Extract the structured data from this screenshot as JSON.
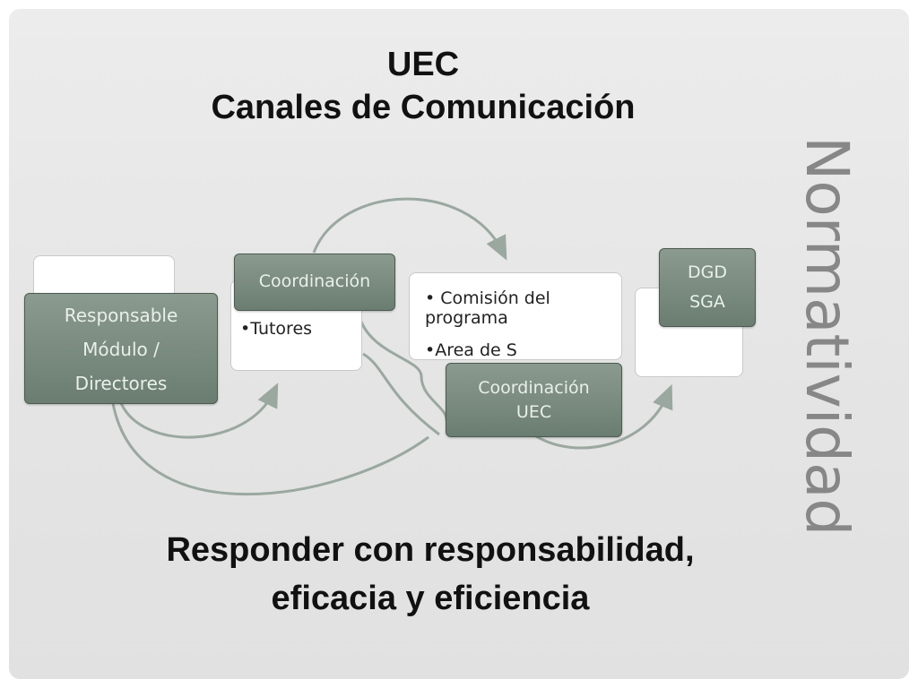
{
  "title": {
    "line1": "UEC",
    "line2": "Canales de Comunicación"
  },
  "side_label": "Normatividad",
  "diagram": {
    "nodes": [
      {
        "id": "responsable",
        "lines": [
          "Responsable",
          "Módulo /",
          "Directores"
        ]
      },
      {
        "id": "coordinacion",
        "label": "Coordinación",
        "bullets": [
          "Tutores"
        ]
      },
      {
        "id": "comision",
        "bullets": [
          "Comisión del programa",
          "Area de S"
        ]
      },
      {
        "id": "coordinacion_uec",
        "lines": [
          "Coordinación",
          "UEC"
        ]
      },
      {
        "id": "dgd_sga",
        "lines": [
          "DGD",
          "SGA"
        ]
      }
    ]
  },
  "footer": {
    "line1": "Responder con responsabilidad,",
    "line2": "eficacia y eficiencia"
  },
  "colors": {
    "dark_box": "#6b7d71",
    "arrow": "#8a9a90",
    "side_label": "#878787"
  }
}
